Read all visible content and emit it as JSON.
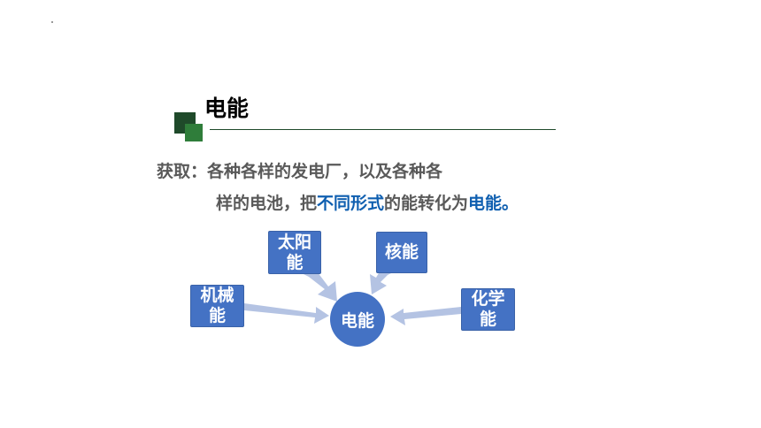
{
  "slide": {
    "title": "电能",
    "text": {
      "line1": "获取：各种各样的发电厂，以及各种各",
      "line2_prefix": "样的电池，把",
      "line2_highlight1": "不同形式",
      "line2_middle": "的能转化为",
      "line2_highlight2": "电能。"
    }
  },
  "diagram": {
    "center": "电能",
    "sources": {
      "solar": [
        "太阳",
        "能"
      ],
      "nuclear": [
        "核能"
      ],
      "mechanical": [
        "机械",
        "能"
      ],
      "chemical": [
        "化学",
        "能"
      ]
    }
  },
  "colors": {
    "box_fill": "#4472c4",
    "arrow_fill": "#b4c3e3",
    "highlight_text": "#0f5fb0",
    "body_text": "#595959",
    "accent_dark": "#1f4a2a",
    "accent_green": "#2f7d3a"
  }
}
